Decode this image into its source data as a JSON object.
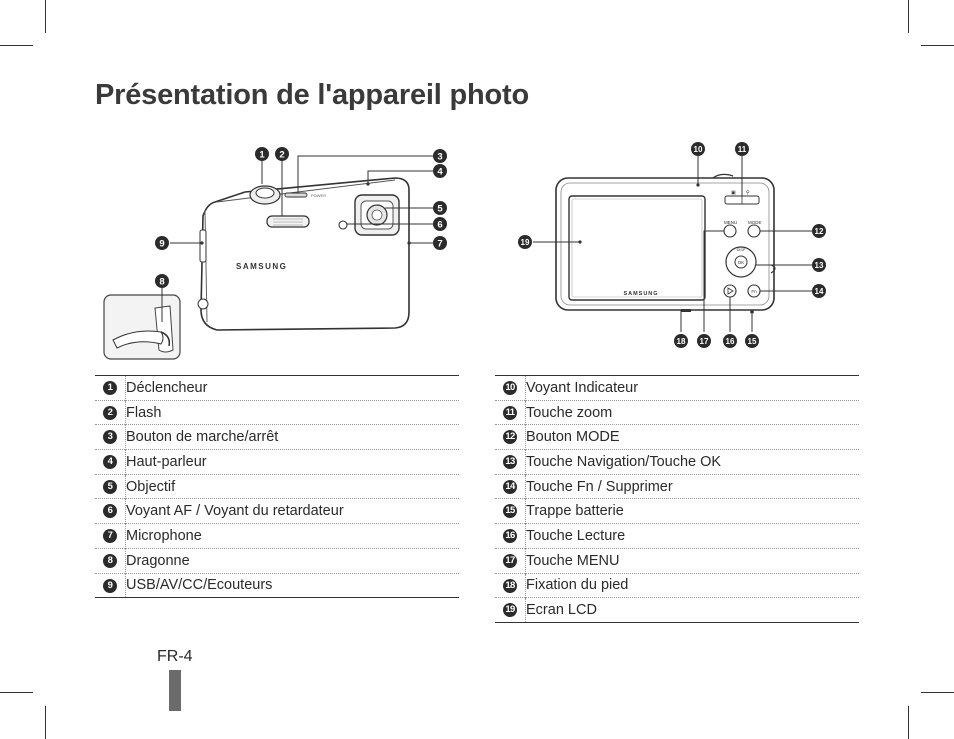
{
  "page": {
    "title": "Présentation de l'appareil photo",
    "page_number": "FR-4"
  },
  "colors": {
    "text": "#2a2a2a",
    "bullet_fill": "#2b2b2b",
    "tab_marker": "#6b6b6b"
  },
  "front_view": {
    "brand": "SAMSUNG",
    "callouts": [
      "1",
      "2",
      "3",
      "4",
      "5",
      "6",
      "7",
      "8",
      "9"
    ]
  },
  "back_view": {
    "brand": "SAMSUNG",
    "button_labels": {
      "menu": "MENU",
      "mode": "MODE",
      "disp": "DISP",
      "ok": "OK",
      "fn": "Fn"
    },
    "callouts": [
      "10",
      "11",
      "12",
      "13",
      "14",
      "15",
      "16",
      "17",
      "18",
      "19"
    ]
  },
  "left_table": [
    {
      "num": "1",
      "label": "Déclencheur"
    },
    {
      "num": "2",
      "label": "Flash"
    },
    {
      "num": "3",
      "label": "Bouton de marche/arrêt"
    },
    {
      "num": "4",
      "label": "Haut-parleur"
    },
    {
      "num": "5",
      "label": "Objectif"
    },
    {
      "num": "6",
      "label": "Voyant AF / Voyant du retardateur"
    },
    {
      "num": "7",
      "label": "Microphone"
    },
    {
      "num": "8",
      "label": "Dragonne"
    },
    {
      "num": "9",
      "label": "USB/AV/CC/Ecouteurs"
    }
  ],
  "right_table": [
    {
      "num": "10",
      "label": "Voyant Indicateur"
    },
    {
      "num": "11",
      "label": "Touche zoom"
    },
    {
      "num": "12",
      "label": "Bouton MODE"
    },
    {
      "num": "13",
      "label": "Touche Navigation/Touche OK"
    },
    {
      "num": "14",
      "label": "Touche Fn / Supprimer"
    },
    {
      "num": "15",
      "label": "Trappe batterie"
    },
    {
      "num": "16",
      "label": "Touche Lecture"
    },
    {
      "num": "17",
      "label": "Touche MENU"
    },
    {
      "num": "18",
      "label": "Fixation du pied"
    },
    {
      "num": "19",
      "label": "Ecran LCD"
    }
  ]
}
